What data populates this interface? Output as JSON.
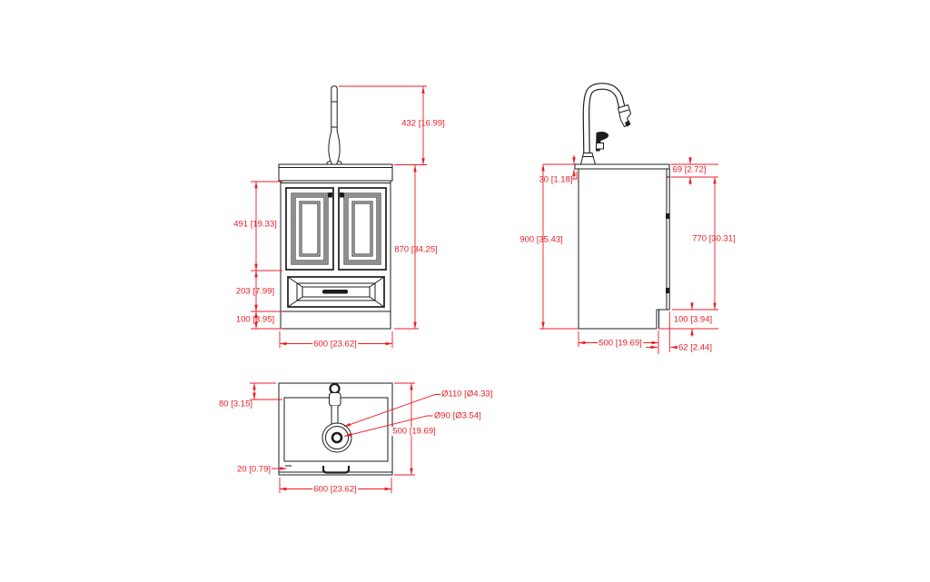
{
  "drawing_colors": {
    "dimension": "#EC1C24",
    "line": "#1c1c1c",
    "background": "#ffffff"
  },
  "front_view": {
    "dims": {
      "faucet_height": "432 [16.99]",
      "door_height": "491 [19.33]",
      "total_height": "870 [34.25]",
      "drawer_height": "203 [7.99]",
      "base_height": "100 [3.95]",
      "width": "600 [23.62]"
    }
  },
  "side_view": {
    "dims": {
      "counter_thickness": "30 [1.18]",
      "total_height": "900 [35.43]",
      "top_rail": "69 [2.72]",
      "door_height": "770 [30.31]",
      "toe_kick_height": "100 [3.94]",
      "depth": "500 [19.69]",
      "toe_kick_depth": "62 [2.44]"
    }
  },
  "top_view": {
    "dims": {
      "back_offset": "80 [3.15]",
      "front_gap": "20 [0.79]",
      "width": "600 [23.62]",
      "depth": "500 [19.69]",
      "hole_outer_diameter": "Ø110 [Ø4.33]",
      "hole_inner_diameter": "Ø90 [Ø3.54]"
    }
  }
}
